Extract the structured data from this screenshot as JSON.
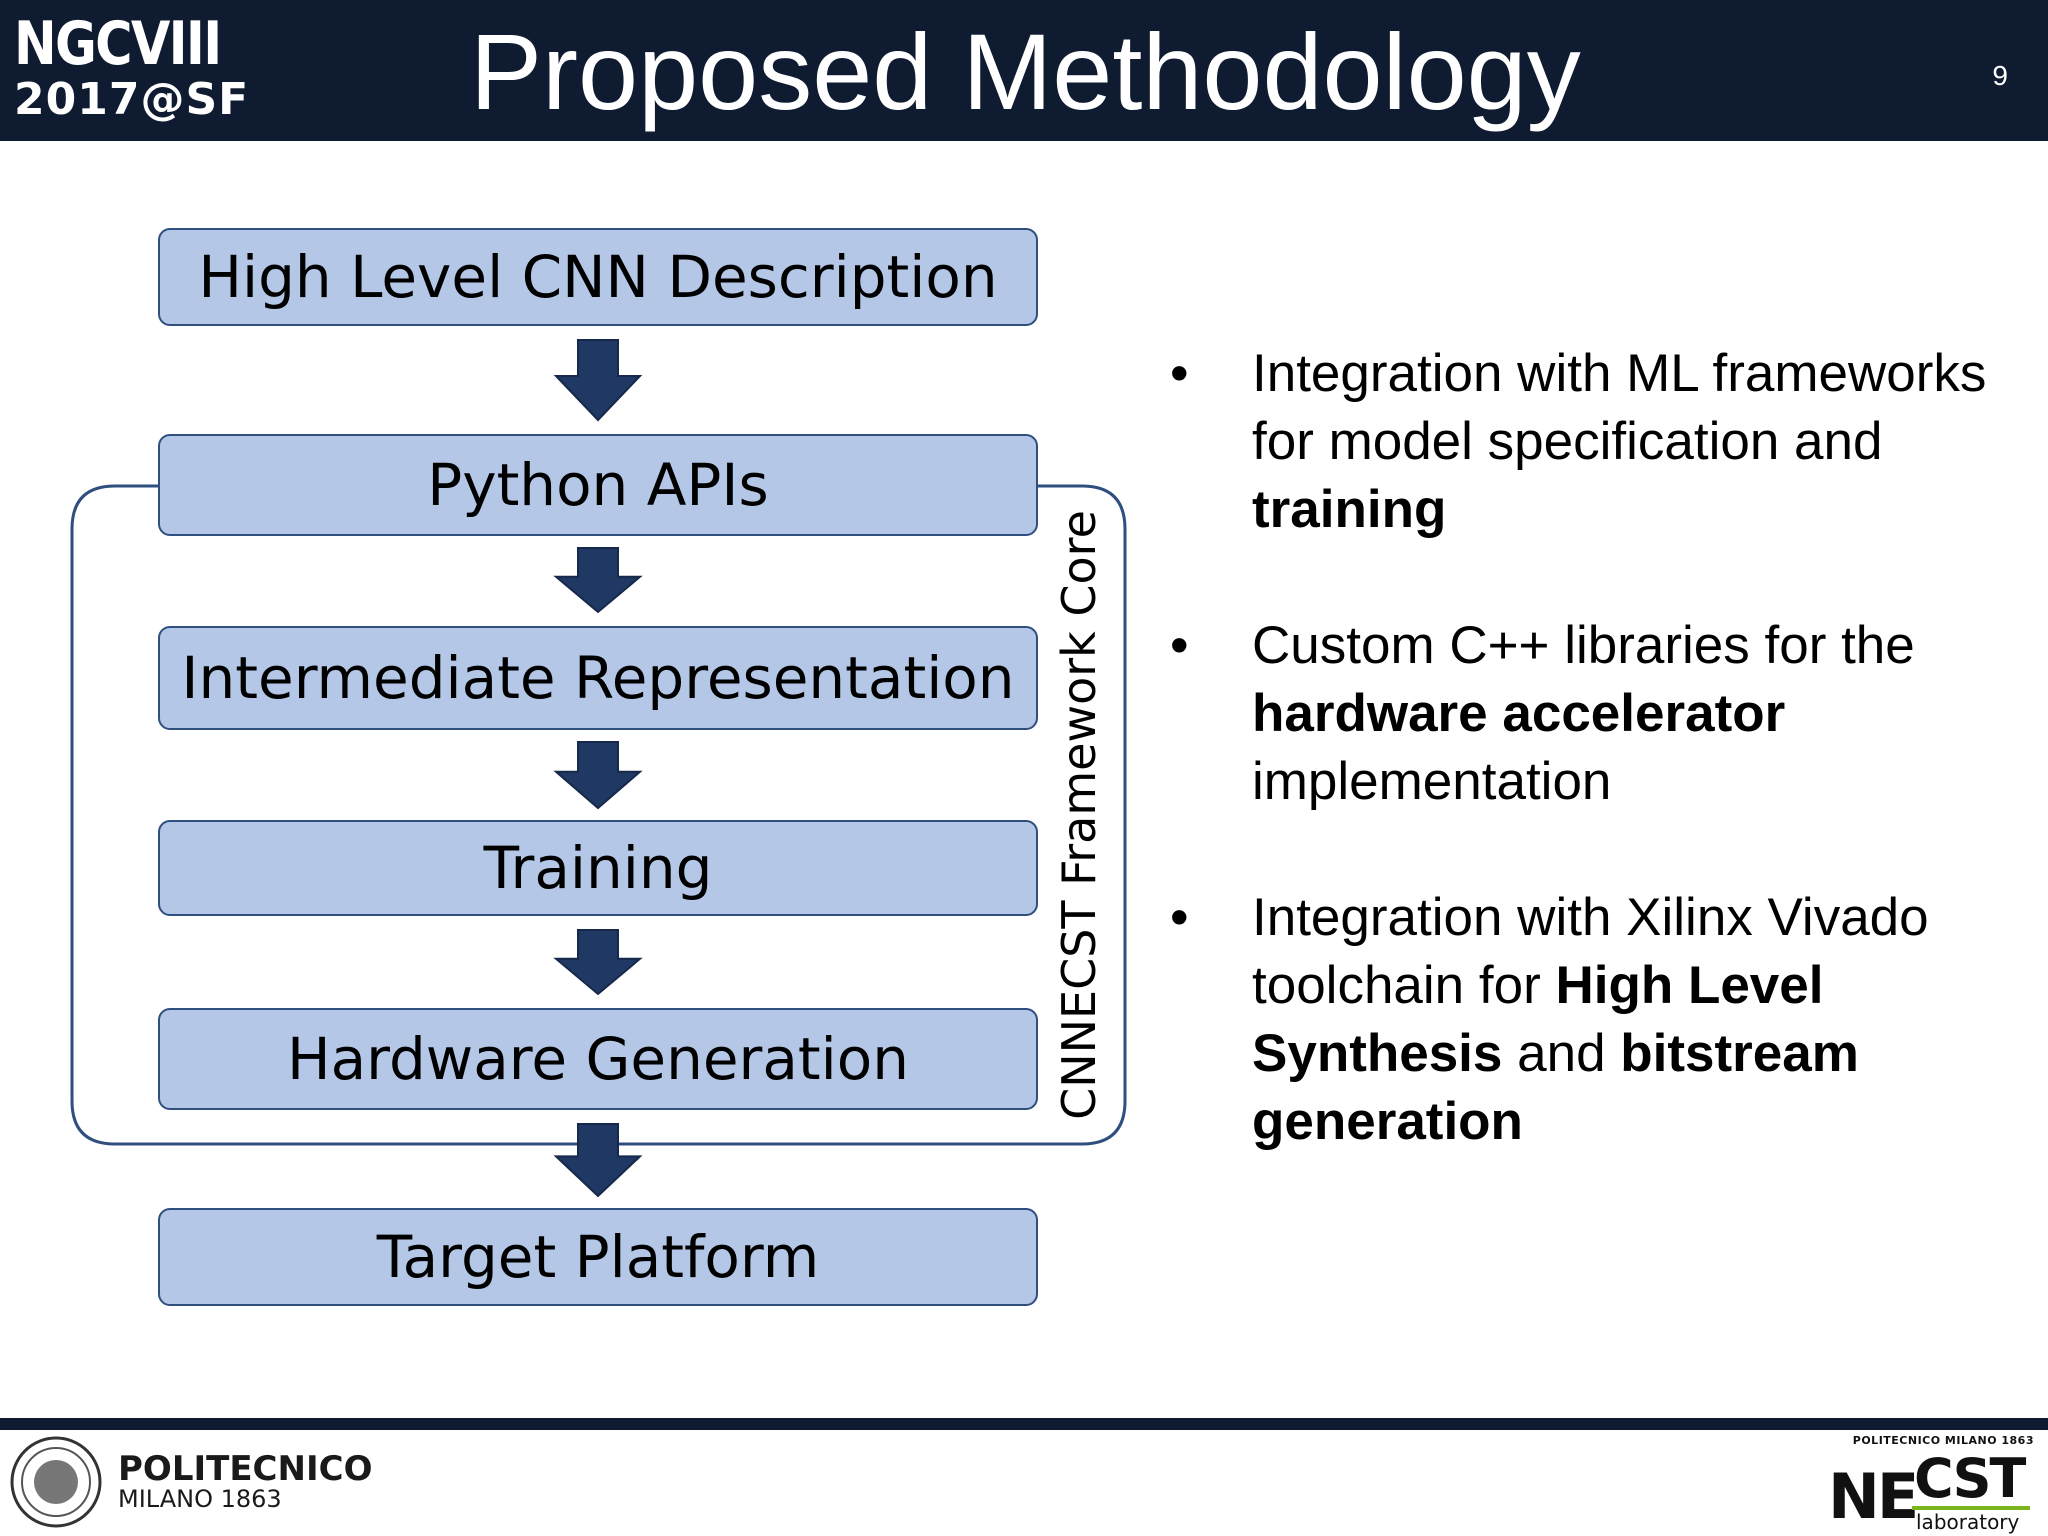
{
  "header": {
    "logo_line1": "NGCVIII",
    "logo_line2": "2017@SF",
    "title": "Proposed Methodology",
    "page_number": "9"
  },
  "diagram": {
    "steps": [
      "High Level CNN Description",
      "Python APIs",
      "Intermediate Representation",
      "Training",
      "Hardware Generation",
      "Target Platform"
    ],
    "framework_label": "CNNECST Framework Core",
    "colors": {
      "box_fill": "#b4c7e7",
      "box_border": "#2f4f7f",
      "arrow": "#1f3864"
    }
  },
  "bullets": [
    {
      "segments": [
        {
          "text": "Integration with ML frameworks for model specification and ",
          "bold": false
        },
        {
          "text": "training",
          "bold": true
        }
      ]
    },
    {
      "segments": [
        {
          "text": "Custom C++ libraries for the ",
          "bold": false
        },
        {
          "text": "hardware accelerator",
          "bold": true
        },
        {
          "text": " implementation",
          "bold": false
        }
      ]
    },
    {
      "segments": [
        {
          "text": "Integration with Xilinx Vivado toolchain for ",
          "bold": false
        },
        {
          "text": "High Level Synthesis",
          "bold": true
        },
        {
          "text": " and ",
          "bold": false
        },
        {
          "text": "bitstream generation",
          "bold": true
        }
      ]
    }
  ],
  "footer": {
    "polimi_name": "POLITECNICO",
    "polimi_sub": "MILANO 1863",
    "necst_top": "POLITECNICO MILANO 1863",
    "necst_ne": "NE",
    "necst_cst": "CST",
    "necst_lab": "laboratory"
  }
}
